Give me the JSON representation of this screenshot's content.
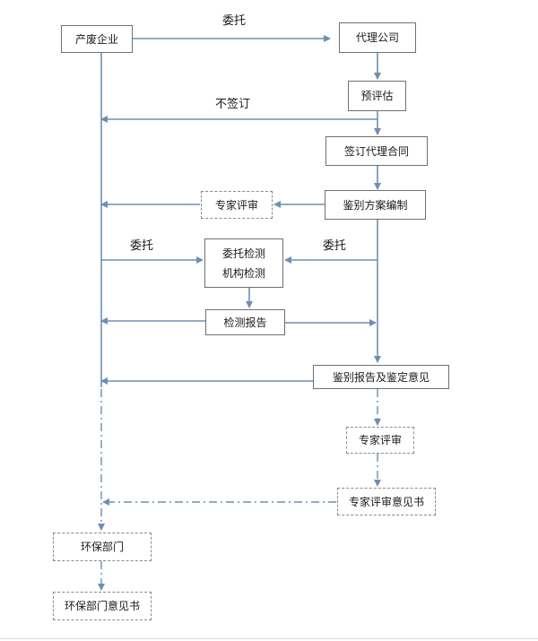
{
  "nodes": {
    "producer": "产废企业",
    "agency": "代理公司",
    "pre_assess": "预评估",
    "sign_contract": "签订代理合同",
    "plan_compile": "鉴别方案编制",
    "expert_review_plan": "专家评审",
    "entrust_test_line1": "委托检测",
    "entrust_test_line2": "机构检测",
    "test_report": "检测报告",
    "ident_report": "鉴别报告及鉴定意见",
    "expert_review_report": "专家评审",
    "expert_opinion": "专家评审意见书",
    "env_dept": "环保部门",
    "env_dept_opinion": "环保部门意见书"
  },
  "edge_labels": {
    "entrust_top": "委托",
    "not_signed": "不签订",
    "entrust_left": "委托",
    "entrust_right": "委托"
  },
  "colors": {
    "arrow": "#6d8fb2",
    "box_border": "#707070",
    "dashed_border": "#8a8a8a"
  }
}
